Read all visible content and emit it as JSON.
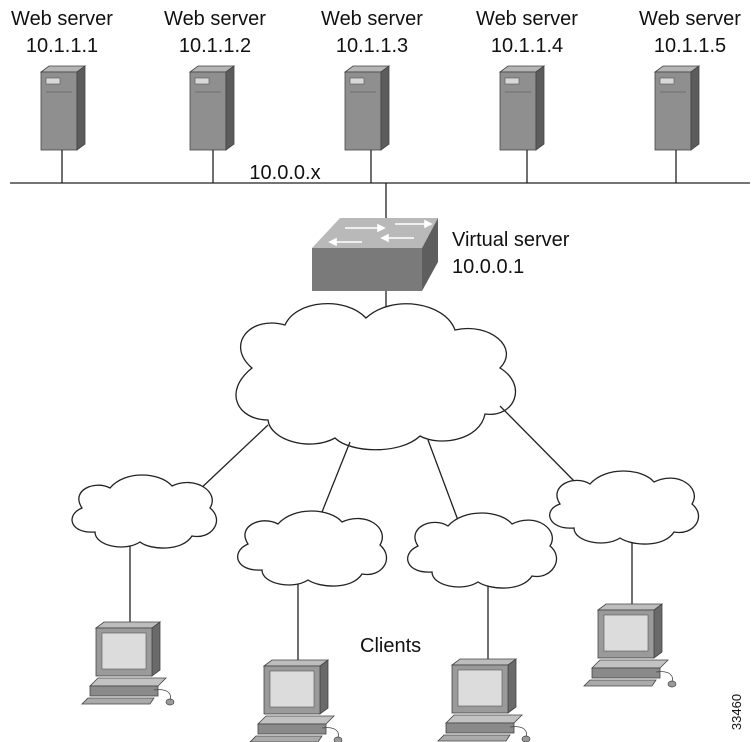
{
  "servers": [
    {
      "title": "Web server",
      "ip": "10.1.1.1"
    },
    {
      "title": "Web server",
      "ip": "10.1.1.2"
    },
    {
      "title": "Web server",
      "ip": "10.1.1.3"
    },
    {
      "title": "Web server",
      "ip": "10.1.1.4"
    },
    {
      "title": "Web server",
      "ip": "10.1.1.5"
    }
  ],
  "network_label": "10.0.0.x",
  "virtual_server": {
    "title": "Virtual server",
    "ip": "10.0.0.1"
  },
  "clients_label": "Clients",
  "figure_id": "33460",
  "colors": {
    "tower_front": "#8f8f8f",
    "tower_side": "#5c5c5c",
    "tower_top": "#b5b5b5",
    "switch_top": "#b9b9b9",
    "switch_front": "#7a7a7a",
    "monitor_frame": "#9a9a9a",
    "monitor_screen": "#dcdcdc"
  },
  "icons": {
    "server": "server-tower-icon",
    "switch": "load-balancer-switch-icon",
    "network": "cloud-icon",
    "client": "workstation-icon"
  }
}
